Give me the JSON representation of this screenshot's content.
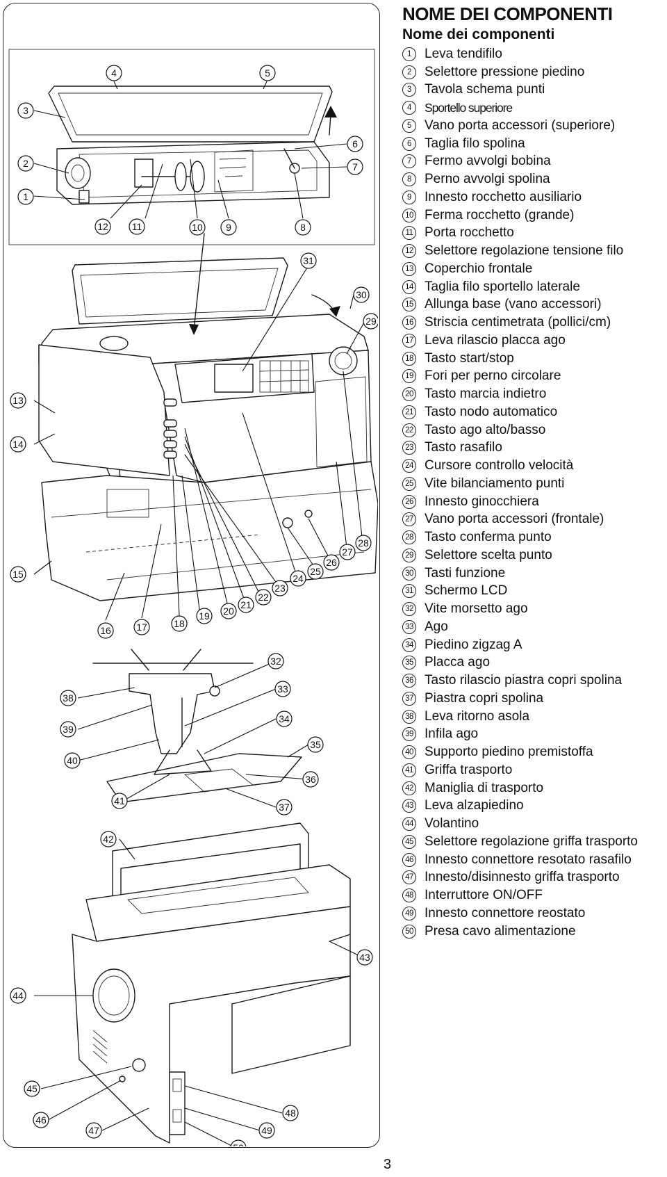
{
  "header": {
    "title": "NOME DEI COMPONENTI",
    "subtitle": "Nome dei componenti"
  },
  "parts": [
    {
      "num": "1",
      "label": "Leva tendifilo"
    },
    {
      "num": "2",
      "label": "Selettore pressione piedino"
    },
    {
      "num": "3",
      "label": "Tavola schema punti"
    },
    {
      "num": "4",
      "label": "Sportello superiore"
    },
    {
      "num": "5",
      "label": "Vano porta accessori (superiore)"
    },
    {
      "num": "6",
      "label": "Taglia filo spolina"
    },
    {
      "num": "7",
      "label": "Fermo avvolgi bobina"
    },
    {
      "num": "8",
      "label": "Perno avvolgi spolina"
    },
    {
      "num": "9",
      "label": "Innesto rocchetto ausiliario"
    },
    {
      "num": "10",
      "label": "Ferma rocchetto (grande)"
    },
    {
      "num": "11",
      "label": "Porta rocchetto"
    },
    {
      "num": "12",
      "label": "Selettore regolazione tensione filo"
    },
    {
      "num": "13",
      "label": "Coperchio frontale"
    },
    {
      "num": "14",
      "label": "Taglia filo sportello laterale"
    },
    {
      "num": "15",
      "label": "Allunga base (vano accessori)"
    },
    {
      "num": "16",
      "label": "Striscia centimetrata (pollici/cm)"
    },
    {
      "num": "17",
      "label": "Leva rilascio placca ago"
    },
    {
      "num": "18",
      "label": "Tasto start/stop"
    },
    {
      "num": "19",
      "label": "Fori per perno circolare"
    },
    {
      "num": "20",
      "label": "Tasto marcia indietro"
    },
    {
      "num": "21",
      "label": "Tasto nodo automatico"
    },
    {
      "num": "22",
      "label": "Tasto ago alto/basso"
    },
    {
      "num": "23",
      "label": "Tasto rasafilo"
    },
    {
      "num": "24",
      "label": "Cursore controllo velocità"
    },
    {
      "num": "25",
      "label": "Vite bilanciamento punti"
    },
    {
      "num": "26",
      "label": "Innesto ginocchiera"
    },
    {
      "num": "27",
      "label": "Vano porta accessori (frontale)"
    },
    {
      "num": "28",
      "label": "Tasto conferma punto"
    },
    {
      "num": "29",
      "label": "Selettore scelta punto"
    },
    {
      "num": "30",
      "label": "Tasti funzione"
    },
    {
      "num": "31",
      "label": "Schermo LCD"
    },
    {
      "num": "32",
      "label": "Vite morsetto ago"
    },
    {
      "num": "33",
      "label": "Ago"
    },
    {
      "num": "34",
      "label": "Piedino zigzag A"
    },
    {
      "num": "35",
      "label": "Placca ago"
    },
    {
      "num": "36",
      "label": "Tasto rilascio piastra copri spolina"
    },
    {
      "num": "37",
      "label": "Piastra copri spolina"
    },
    {
      "num": "38",
      "label": "Leva ritorno asola"
    },
    {
      "num": "39",
      "label": "Infila ago"
    },
    {
      "num": "40",
      "label": "Supporto piedino premistoffa"
    },
    {
      "num": "41",
      "label": "Griffa trasporto"
    },
    {
      "num": "42",
      "label": "Maniglia di trasporto"
    },
    {
      "num": "43",
      "label": "Leva alzapiedino"
    },
    {
      "num": "44",
      "label": "Volantino"
    },
    {
      "num": "45",
      "label": "Selettore regolazione griffa trasporto"
    },
    {
      "num": "46",
      "label": "Innesto connettore resotato rasafilo"
    },
    {
      "num": "47",
      "label": "Innesto/disinnesto griffa trasporto"
    },
    {
      "num": "48",
      "label": "Interruttore ON/OFF"
    },
    {
      "num": "49",
      "label": "Innesto connettore reostato"
    },
    {
      "num": "50",
      "label": "Presa cavo alimentazione"
    }
  ],
  "footer": {
    "page_number": "3"
  }
}
